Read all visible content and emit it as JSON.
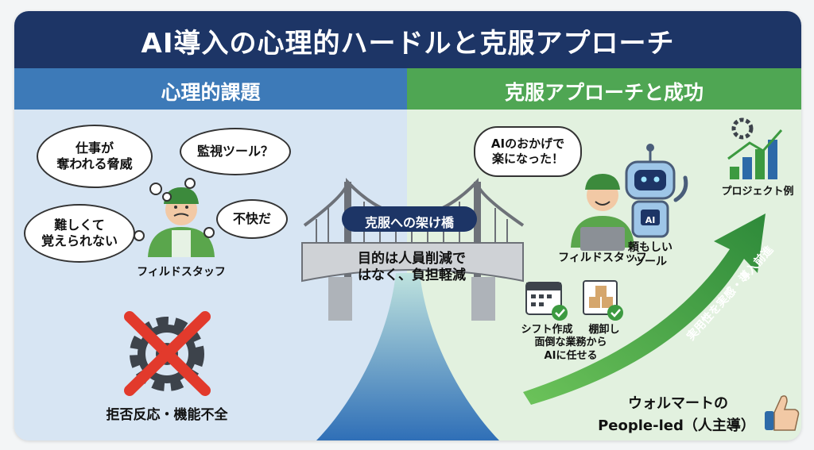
{
  "title": "AI導入の心理的ハードルと克服アプローチ",
  "left": {
    "header": "心理的課題",
    "bubbles": {
      "job": "仕事が\n奪われる脅威",
      "monitor": "監視ツール？",
      "difficult": "難しくて\n覚えられない",
      "discomfort": "不快だ"
    },
    "staff_label": "フィルドスタッフ",
    "rejection_label": "拒否反応・機能不全"
  },
  "bridge": {
    "sign": "克服への架け橋",
    "deck_text": "目的は人員削減で\nはなく、負担軽減"
  },
  "right": {
    "header": "克服アプローチと成功",
    "bubble": "AIのおかげで\n楽になった！",
    "staff_label": "フィルドスタッフ",
    "robot_label": "頼もしい\nツール",
    "robot_badge": "AI",
    "project_label": "プロジェクト例",
    "shift_label": "シフト作成",
    "inventory_label": "棚卸し",
    "delegate_label": "面倒な業務から\nAIに任せる",
    "arrow_text": "実用性を実感・導入前進",
    "walmart_line1": "ウォルマートの",
    "walmart_line2": "People-led（人主導）"
  },
  "colors": {
    "title_bg": "#1d3566",
    "left_header": "#3d7ab8",
    "right_header": "#4fa653",
    "left_panel": "#d7e5f3",
    "right_panel": "#e2f1df",
    "accent_green": "#3c9a40",
    "reject_red": "#e23a2c"
  },
  "icons": [
    "gear-icon",
    "cross-icon",
    "bridge-icon",
    "robot-icon",
    "bar-chart-icon",
    "calendar-icon",
    "boxes-icon",
    "checkmark-icon",
    "thumbs-up-icon",
    "growth-arrow-icon"
  ]
}
